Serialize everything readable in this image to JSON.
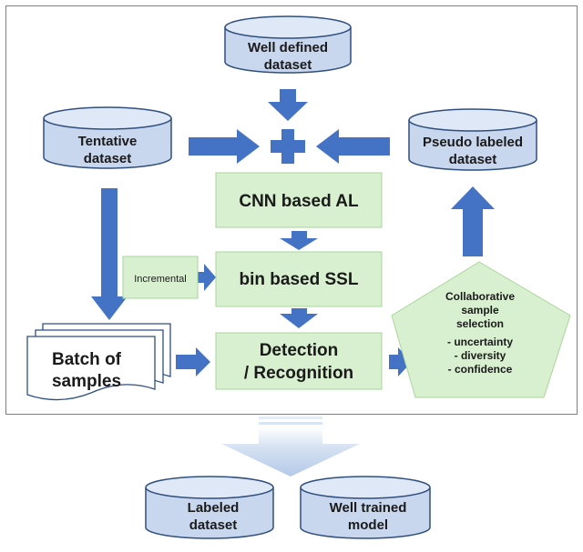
{
  "colors": {
    "cylinder_fill": "#c9d7ee",
    "cylinder_top": "#dfe8f6",
    "cylinder_stroke": "#2f4f7f",
    "box_fill": "#d8f0cf",
    "box_stroke": "#a9d69a",
    "arrow": "#4472c4",
    "big_arrow": "#b8cce8"
  },
  "cylinders": {
    "well_defined": [
      "Well defined",
      "dataset"
    ],
    "tentative": [
      "Tentative",
      "dataset"
    ],
    "pseudo": [
      "Pseudo labeled",
      "dataset"
    ],
    "labeled": [
      "Labeled",
      "dataset"
    ],
    "trained": [
      "Well trained",
      "model"
    ]
  },
  "boxes": {
    "cnn_al": "CNN based AL",
    "ssl": "bin based SSL",
    "incremental": "Incremental",
    "detection": [
      "Detection",
      "/ Recognition"
    ]
  },
  "batch": [
    "Batch of",
    "samples"
  ],
  "pentagon": [
    "Collaborative",
    "sample",
    "selection",
    "- uncertainty",
    "- diversity",
    "- confidence"
  ]
}
